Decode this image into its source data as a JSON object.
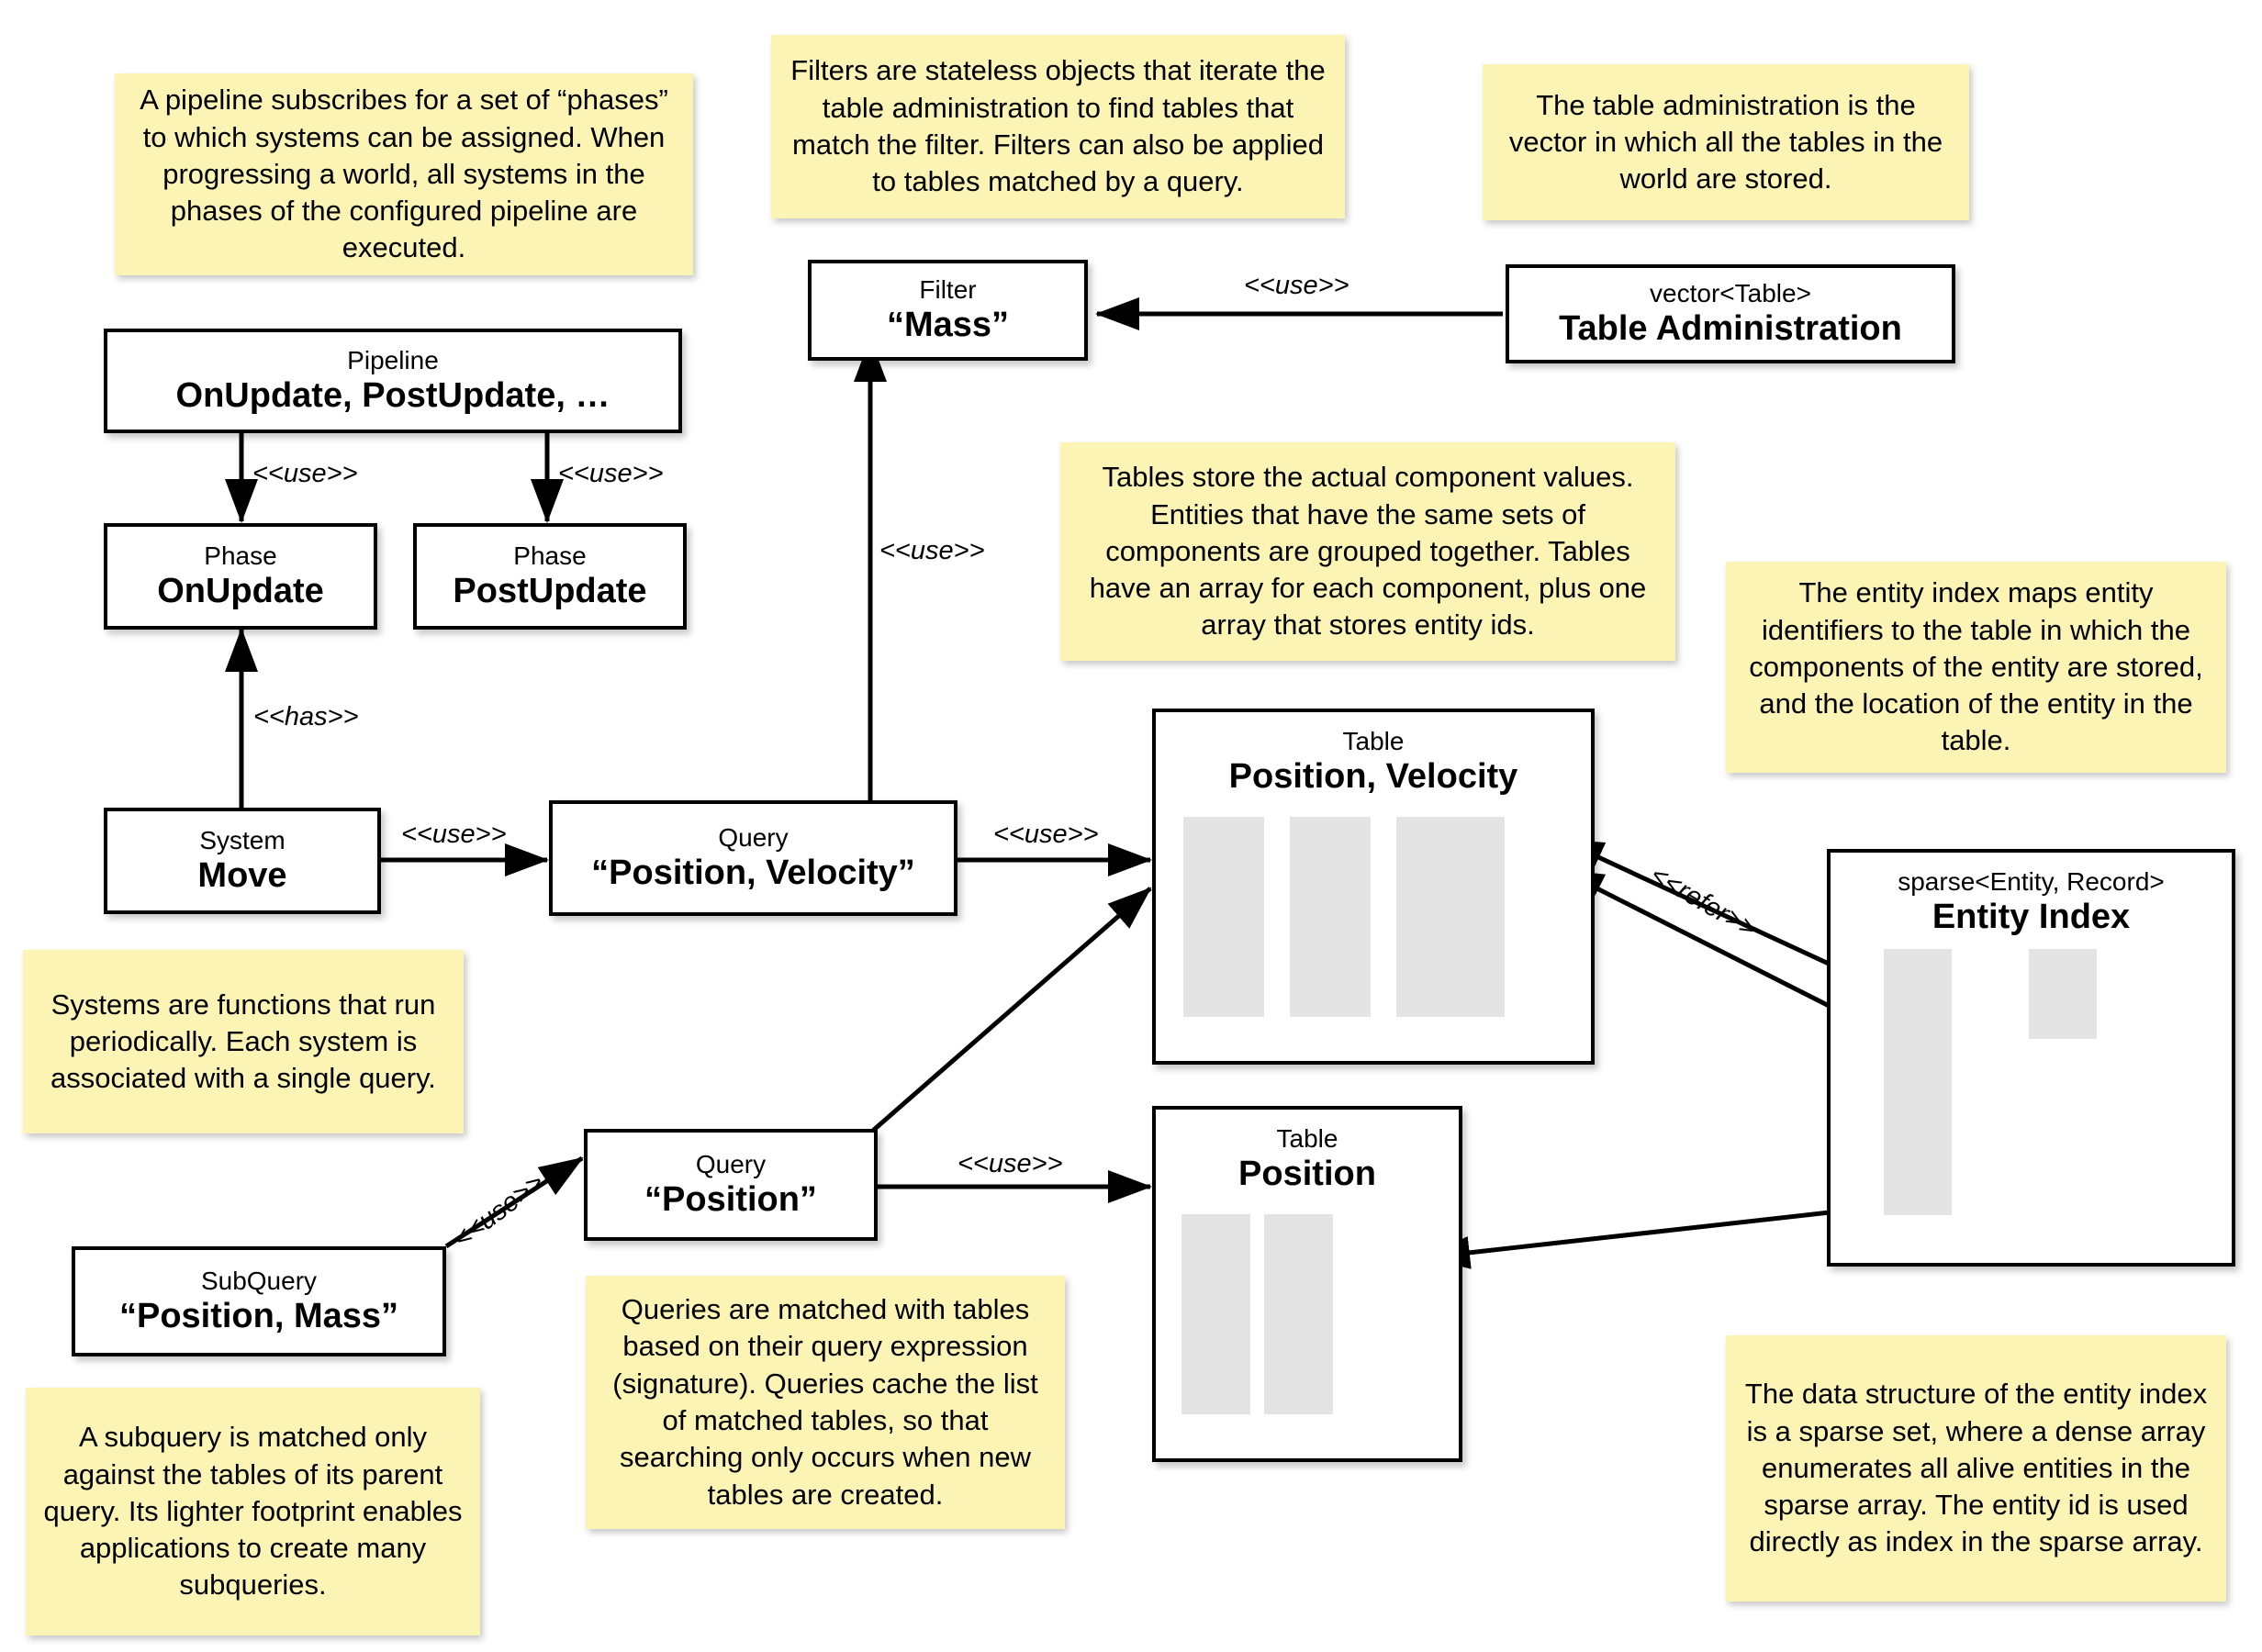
{
  "diagram": {
    "title": "ECS architecture diagram",
    "colors": {
      "note_bg": "#fbf4b4",
      "box_bg": "#ffffff",
      "box_border": "#000000",
      "column_fill": "#e4e4e4",
      "background": "#ffffff"
    }
  },
  "notes": [
    {
      "id": "note-pipeline",
      "text": "A pipeline subscribes for a set of “phases” to which systems can be assigned. When progressing a world, all systems in the phases of the configured pipeline are executed."
    },
    {
      "id": "note-filters",
      "text": "Filters are stateless objects that iterate the table administration to find tables that match the filter. Filters can also be applied to tables matched by a query."
    },
    {
      "id": "note-table-administration",
      "text": "The table administration is the vector in which all the tables in the world are stored."
    },
    {
      "id": "note-tables",
      "text": "Tables store the actual component values. Entities that have the same sets of components are grouped together. Tables have an array for each component, plus one array that stores entity ids."
    },
    {
      "id": "note-entity-index",
      "text": "The entity index maps entity identifiers to the table in which the components of the entity are stored, and the location of the entity in the table."
    },
    {
      "id": "note-systems",
      "text": "Systems are functions that run periodically. Each system is associated with a single query."
    },
    {
      "id": "note-queries",
      "text": "Queries are matched with tables based on their query expression (signature). Queries cache the list of matched tables, so that searching only occurs when new tables are created."
    },
    {
      "id": "note-subquery",
      "text": "A subquery is matched only against the tables of its parent query. Its lighter footprint enables applications to create many subqueries."
    },
    {
      "id": "note-sparse-set",
      "text": "The data structure of the entity index is a sparse set, where a dense array enumerates all alive entities in the sparse array. The entity id is used directly as index in the sparse array."
    }
  ],
  "boxes": [
    {
      "id": "box-filter-mass",
      "stereotype": "Filter",
      "name": "“Mass”"
    },
    {
      "id": "box-table-administration",
      "stereotype": "vector<Table>",
      "name": "Table Administration"
    },
    {
      "id": "box-pipeline",
      "stereotype": "Pipeline",
      "name": "OnUpdate, PostUpdate, …"
    },
    {
      "id": "box-phase-onupdate",
      "stereotype": "Phase",
      "name": "OnUpdate"
    },
    {
      "id": "box-phase-postupdate",
      "stereotype": "Phase",
      "name": "PostUpdate"
    },
    {
      "id": "box-system-move",
      "stereotype": "System",
      "name": "Move"
    },
    {
      "id": "box-query-position-velocity",
      "stereotype": "Query",
      "name": "“Position, Velocity”"
    },
    {
      "id": "box-table-position-velocity",
      "stereotype": "Table",
      "name": "Position, Velocity"
    },
    {
      "id": "box-entity-index",
      "stereotype": "sparse<Entity, Record>",
      "name": "Entity Index"
    },
    {
      "id": "box-query-position",
      "stereotype": "Query",
      "name": "“Position”"
    },
    {
      "id": "box-table-position",
      "stereotype": "Table",
      "name": "Position"
    },
    {
      "id": "box-subquery-position-mass",
      "stereotype": "SubQuery",
      "name": "“Position, Mass”"
    }
  ],
  "edge_labels": {
    "admin_to_filter": "<<use>>",
    "pipeline_to_onupdate": "<<use>>",
    "pipeline_to_postupdate": "<<use>>",
    "system_to_phase": "<<has>>",
    "system_to_query": "<<use>>",
    "query_to_filter": "<<use>>",
    "query_to_table": "<<use>>",
    "query_position_to_table": "<<use>>",
    "subquery_to_query": "<<use>>",
    "entity_index_to_table": "<<refer>>"
  }
}
